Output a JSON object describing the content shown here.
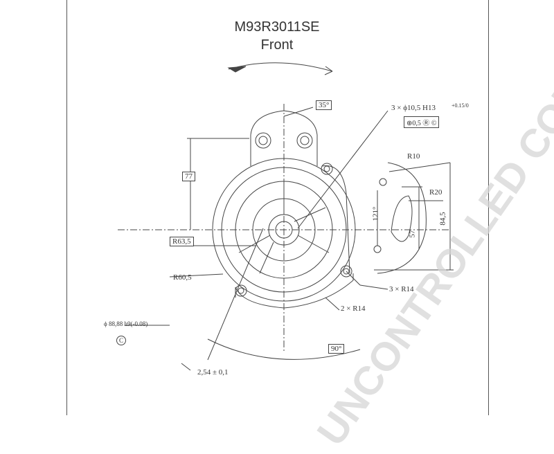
{
  "header": {
    "part_number": "M93R3011SE",
    "view": "Front"
  },
  "dims": {
    "angle_35": "35°",
    "holes": "3 × ϕ10,5 H13",
    "holes_tol": "+0.15/0",
    "position_tol": "⊕0,5 Ⓡ ©",
    "r10": "R10",
    "r20": "R20",
    "d77": "77",
    "d121": "121°",
    "d84": "84,5",
    "d57": "57",
    "r63": "R63,5",
    "r60": "R60,5",
    "r14a": "3 × R14",
    "r14b": "2 × R14",
    "d90": "90°",
    "pilot": "ϕ 88,88 h9(-0.08)",
    "datum_c": "C",
    "dist": "2,54 ± 0,1"
  },
  "watermark": "UNCONTROLLED COPY"
}
